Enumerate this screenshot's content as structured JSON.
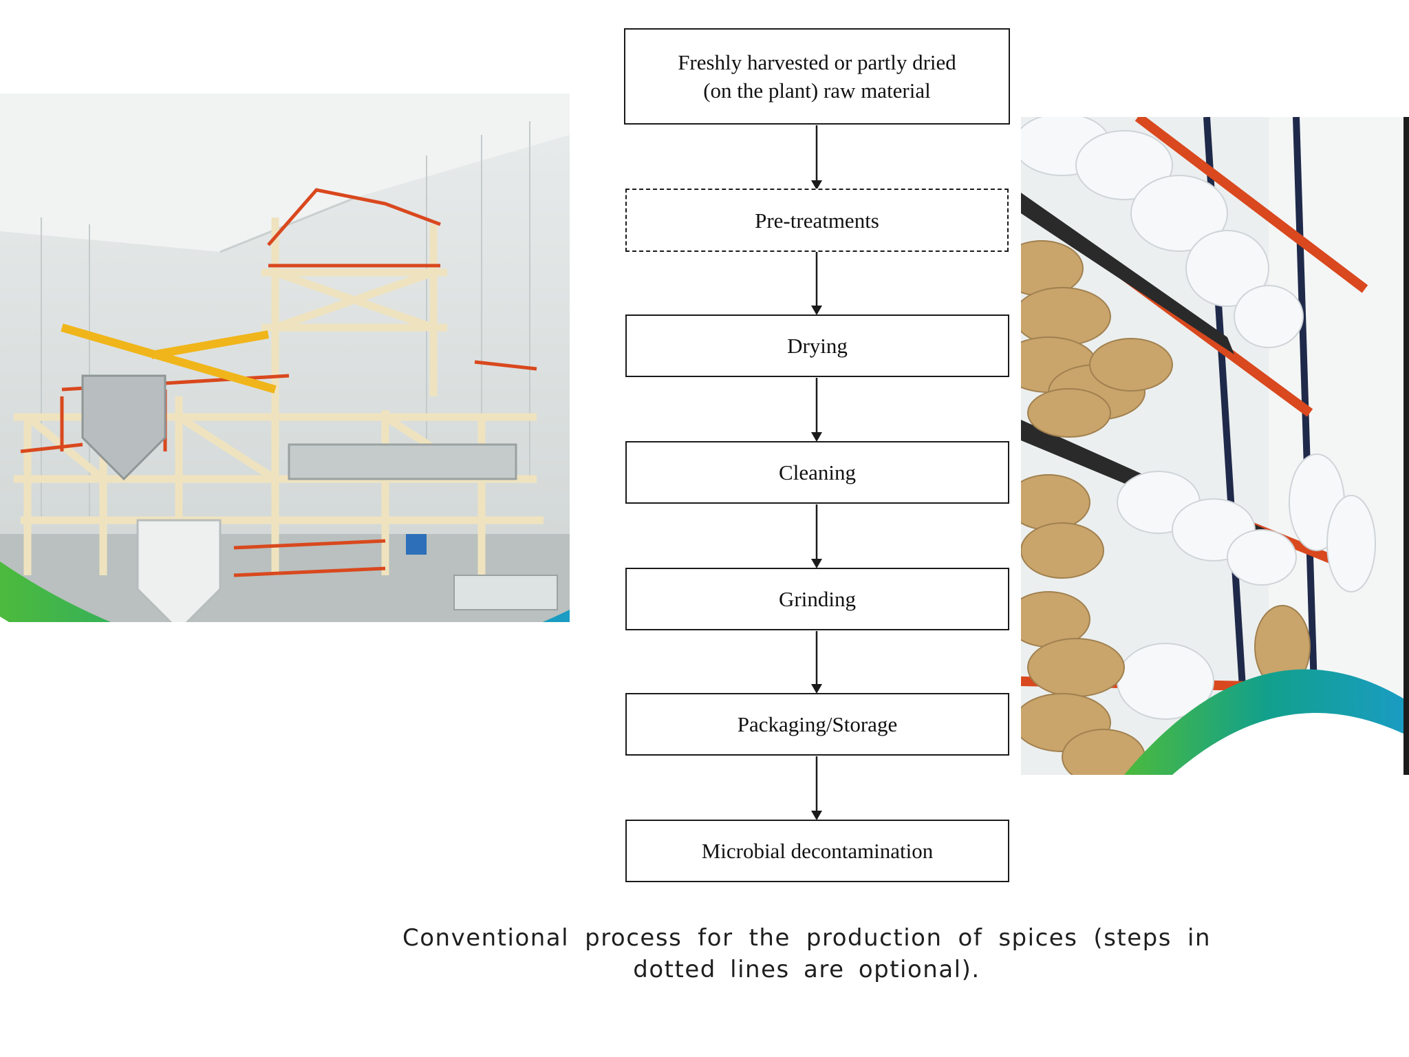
{
  "flowchart": {
    "steps": [
      {
        "label": "Freshly harvested or partly dried\n(on the plant) raw material",
        "style": "solid"
      },
      {
        "label": "Pre-treatments",
        "style": "dashed"
      },
      {
        "label": "Drying",
        "style": "solid"
      },
      {
        "label": "Cleaning",
        "style": "solid"
      },
      {
        "label": "Grinding",
        "style": "solid"
      },
      {
        "label": "Packaging/Storage",
        "style": "solid"
      },
      {
        "label": "Microbial decontamination",
        "style": "solid"
      }
    ]
  },
  "caption": "Conventional process for the production of spices (steps in dotted lines are optional).",
  "colors": {
    "wave_green": "#4cba3c",
    "wave_teal": "#12a08c",
    "wave_blue": "#1a9cc4",
    "rack_orange": "#d9481e",
    "rack_navy": "#1f2a4a",
    "frame_cream": "#f1e7c8"
  }
}
